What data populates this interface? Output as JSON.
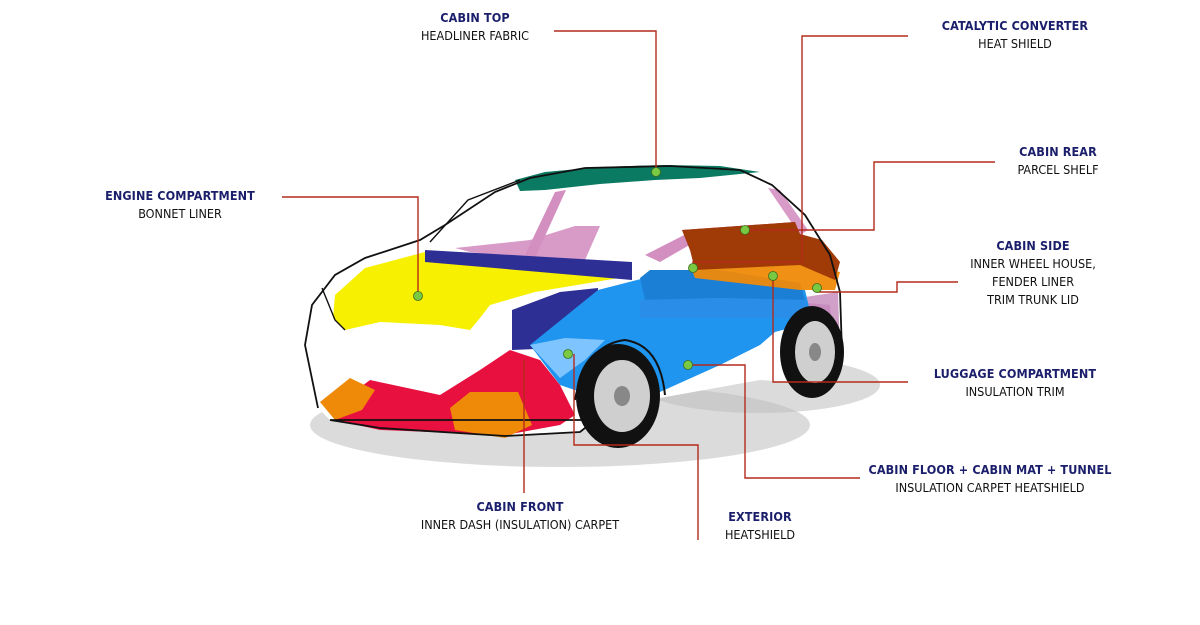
{
  "colors": {
    "line": "#b42b1b",
    "dot": "#7ac943",
    "heading": "#1b1f6b",
    "hood": "#f7f000",
    "front_red": "#e8103f",
    "orange": "#ef8a08",
    "navy": "#2e2f94",
    "floor": "#1f95ef",
    "roof": "#0b7a62",
    "pillar": "#d48fc1",
    "magenta": "#cf1784",
    "brown": "#a03a06",
    "shadow": "#cfcfcf"
  },
  "icons": {
    "car": "car-outline-icon",
    "wheel": "wheel-icon"
  },
  "labels": {
    "cabin_top": {
      "head": "CABIN TOP",
      "desc": "HEADLINER FABRIC"
    },
    "catalytic": {
      "head": "CATALYTIC CONVERTER",
      "desc": "HEAT SHIELD"
    },
    "cabin_rear": {
      "head": "CABIN REAR",
      "desc": "PARCEL SHELF"
    },
    "engine": {
      "head": "ENGINE COMPARTMENT",
      "desc": "BONNET  LINER"
    },
    "cabin_side": {
      "head": "CABIN SIDE",
      "line1": "INNER WHEEL  HOUSE,",
      "line2": "FENDER LINER",
      "line3": "TRIM TRUNK LID"
    },
    "luggage": {
      "head": "LUGGAGE  COMPARTMENT",
      "desc": "INSULATION TRIM"
    },
    "floor": {
      "head": "CABIN FLOOR + CABIN MAT + TUNNEL",
      "desc": "INSULATION CARPET  HEATSHIELD"
    },
    "cabin_front": {
      "head": "CABIN FRONT",
      "desc": "INNER DASH (INSULATION) CARPET"
    },
    "exterior": {
      "head": "EXTERIOR",
      "desc": "HEATSHIELD"
    }
  }
}
